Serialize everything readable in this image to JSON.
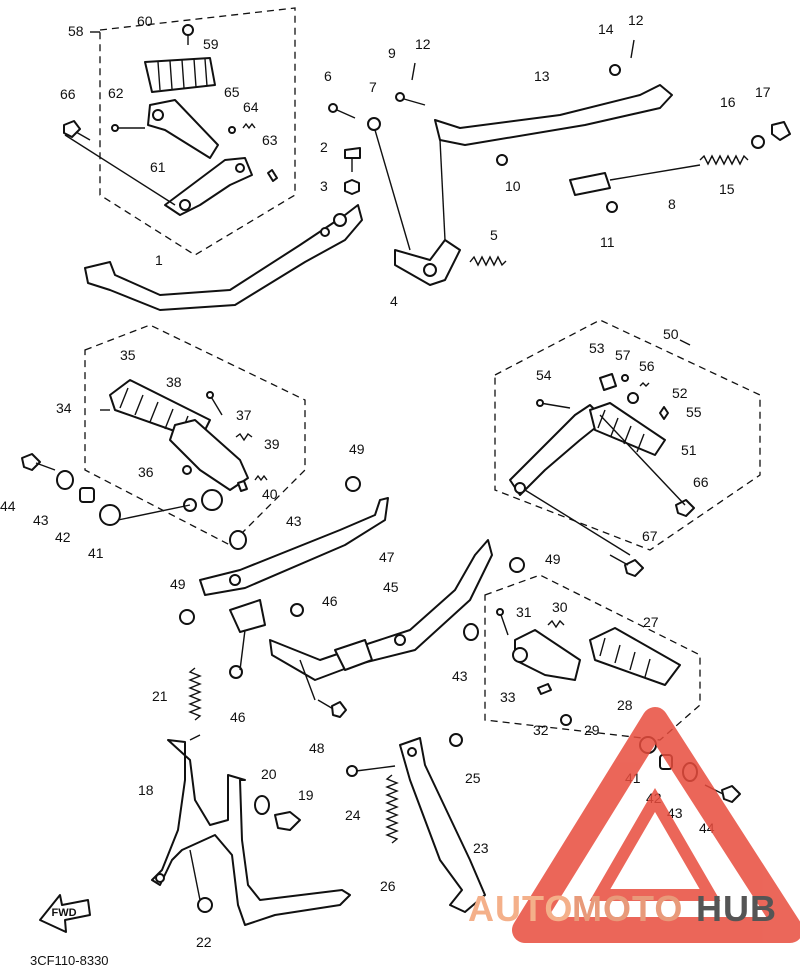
{
  "diagram": {
    "code": "3CF110-8330",
    "fwd_label": "FWD",
    "labels": {
      "p1": "1",
      "p2": "2",
      "p3": "3",
      "p4": "4",
      "p5": "5",
      "p6": "6",
      "p7": "7",
      "p8": "8",
      "p9": "9",
      "p10": "10",
      "p11": "11",
      "p12a": "12",
      "p12b": "12",
      "p13": "13",
      "p14": "14",
      "p15": "15",
      "p16": "16",
      "p17": "17",
      "p18": "18",
      "p19": "19",
      "p20": "20",
      "p21": "21",
      "p22": "22",
      "p23": "23",
      "p24": "24",
      "p25": "25",
      "p26": "26",
      "p27": "27",
      "p28": "28",
      "p29": "29",
      "p30": "30",
      "p31": "31",
      "p32": "32",
      "p33": "33",
      "p34": "34",
      "p35": "35",
      "p36": "36",
      "p37": "37",
      "p38": "38",
      "p39": "39",
      "p40": "40",
      "p41a": "41",
      "p41b": "41",
      "p42a": "42",
      "p42b": "42",
      "p43a": "43",
      "p43b": "43",
      "p43c": "43",
      "p43d": "43",
      "p44a": "44",
      "p44b": "44",
      "p45": "45",
      "p46a": "46",
      "p46b": "46",
      "p47": "47",
      "p48": "48",
      "p49a": "49",
      "p49b": "49",
      "p49c": "49",
      "p50": "50",
      "p51": "51",
      "p52": "52",
      "p53": "53",
      "p54": "54",
      "p55": "55",
      "p56": "56",
      "p57": "57",
      "p58": "58",
      "p59": "59",
      "p60": "60",
      "p61": "61",
      "p62": "62",
      "p63": "63",
      "p64": "64",
      "p65": "65",
      "p66a": "66",
      "p66b": "66",
      "p67": "67"
    }
  },
  "watermark": {
    "word_a": "AUTO",
    "word_b": "MOTO",
    "word_c": "HUB",
    "color_a": "#f4b08a",
    "color_b": "#e89a7a",
    "color_c": "#555555",
    "triangle_color": "#e84c3d"
  }
}
